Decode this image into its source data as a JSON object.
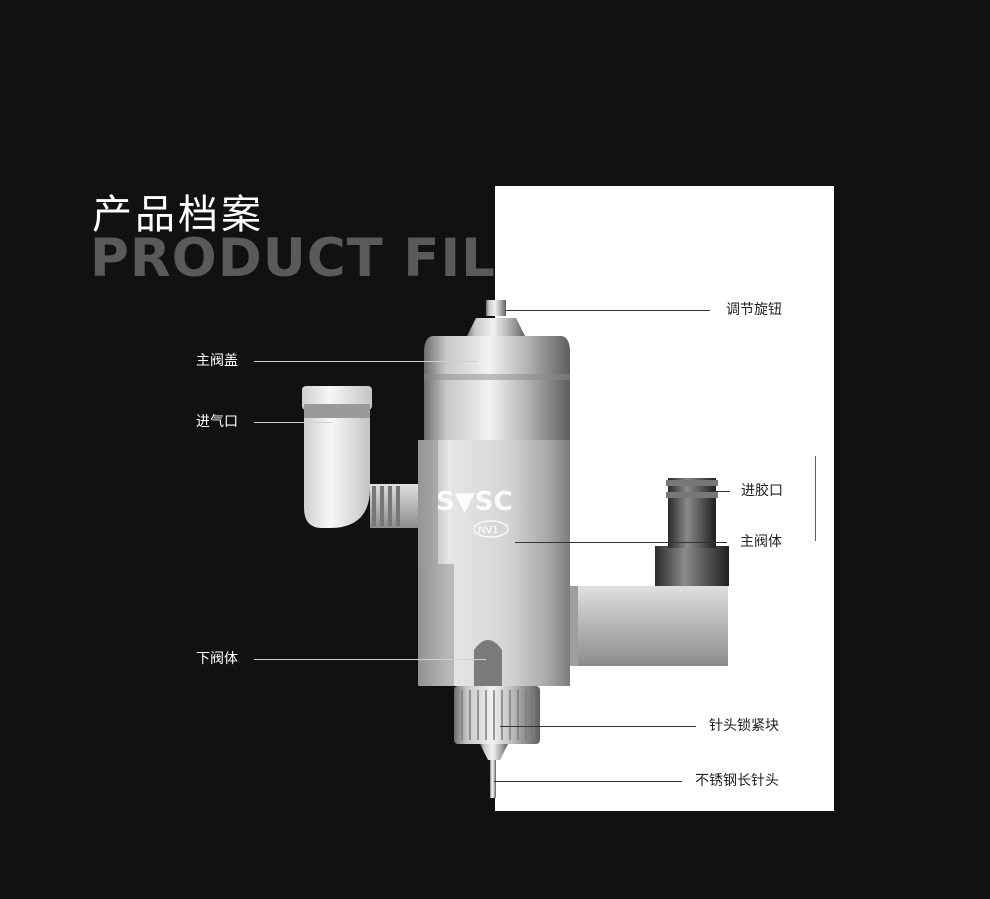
{
  "header": {
    "title_cn": "产品档案",
    "title_en": "PRODUCT FILE"
  },
  "product": {
    "brand_mark": "S▼SC",
    "model": "NV1"
  },
  "labels": {
    "adjust_knob": "调节旋钮",
    "main_valve_cap": "主阀盖",
    "air_inlet": "进气口",
    "glue_inlet": "进胶口",
    "main_valve_body": "主阀体",
    "lower_valve_body": "下阀体",
    "needle_lock_block": "针头锁紧块",
    "stainless_needle": "不锈钢长针头"
  },
  "colors": {
    "background": "#111112",
    "panel": "#ffffff",
    "accent_line": "#b8453c"
  }
}
